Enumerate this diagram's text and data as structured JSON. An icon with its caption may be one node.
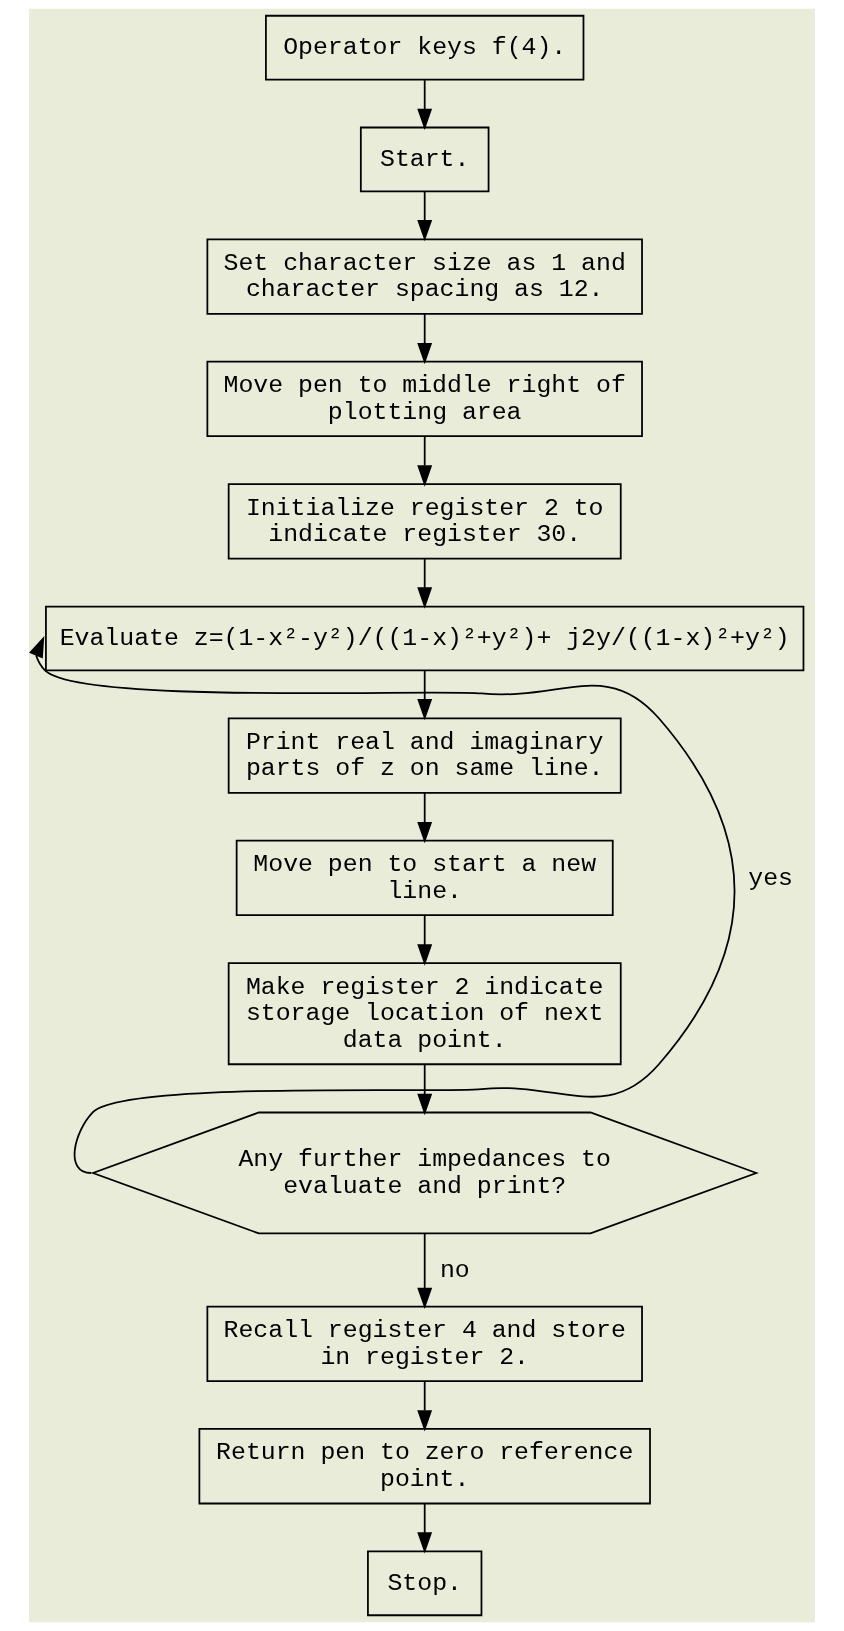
{
  "diagram": {
    "nodes": [
      {
        "text": [
          "Operator keys f(4)."
        ]
      },
      {
        "text": [
          "Start."
        ]
      },
      {
        "text": [
          "Set character size as 1 and character spacing as 12."
        ]
      },
      {
        "text": [
          "Move pen to middle right of plotting area"
        ]
      },
      {
        "text": [
          "Initialize register 2 to indicate register 30."
        ]
      },
      {
        "text": [
          "Evaluate z=(1-x²-y²)/((1-x)²+y²)+ j2y/((1-x)²+y²)"
        ]
      },
      {
        "text": [
          "Print real and imaginary parts of z on same line."
        ]
      },
      {
        "text": [
          "Move pen to start a new line."
        ]
      },
      {
        "text": [
          "Make register 2 indicate storage location of next data point."
        ]
      },
      {
        "text": [
          "Any further impedances to evaluate and print?"
        ]
      },
      {
        "text": [
          "Recall register 4 and store in register 2."
        ]
      },
      {
        "text": [
          "Return pen to zero reference point."
        ]
      },
      {
        "text": [
          "Stop."
        ]
      }
    ],
    "edges": [
      {
        "from": 0,
        "to": 1,
        "arrow": "to"
      },
      {
        "from": 1,
        "to": 2,
        "arrow": "to"
      },
      {
        "from": 2,
        "to": 3,
        "arrow": "to"
      },
      {
        "from": 3,
        "to": 4,
        "arrow": "to"
      },
      {
        "from": 4,
        "to": 5,
        "arrow": "to"
      },
      {
        "from": 5,
        "to": 6,
        "arrow": "to"
      },
      {
        "from": 6,
        "to": 7,
        "arrow": "to"
      },
      {
        "from": 7,
        "to": 8,
        "arrow": "to"
      },
      {
        "from": 8,
        "to": 9,
        "arrow": "to"
      },
      {
        "from": 9,
        "to": 5,
        "arrow": "to",
        "label": "yes"
      },
      {
        "from": 9,
        "to": 10,
        "arrow": "to",
        "label": "no"
      },
      {
        "from": 10,
        "to": 11,
        "arrow": "to"
      },
      {
        "from": 11,
        "to": 12,
        "arrow": "to"
      }
    ]
  }
}
